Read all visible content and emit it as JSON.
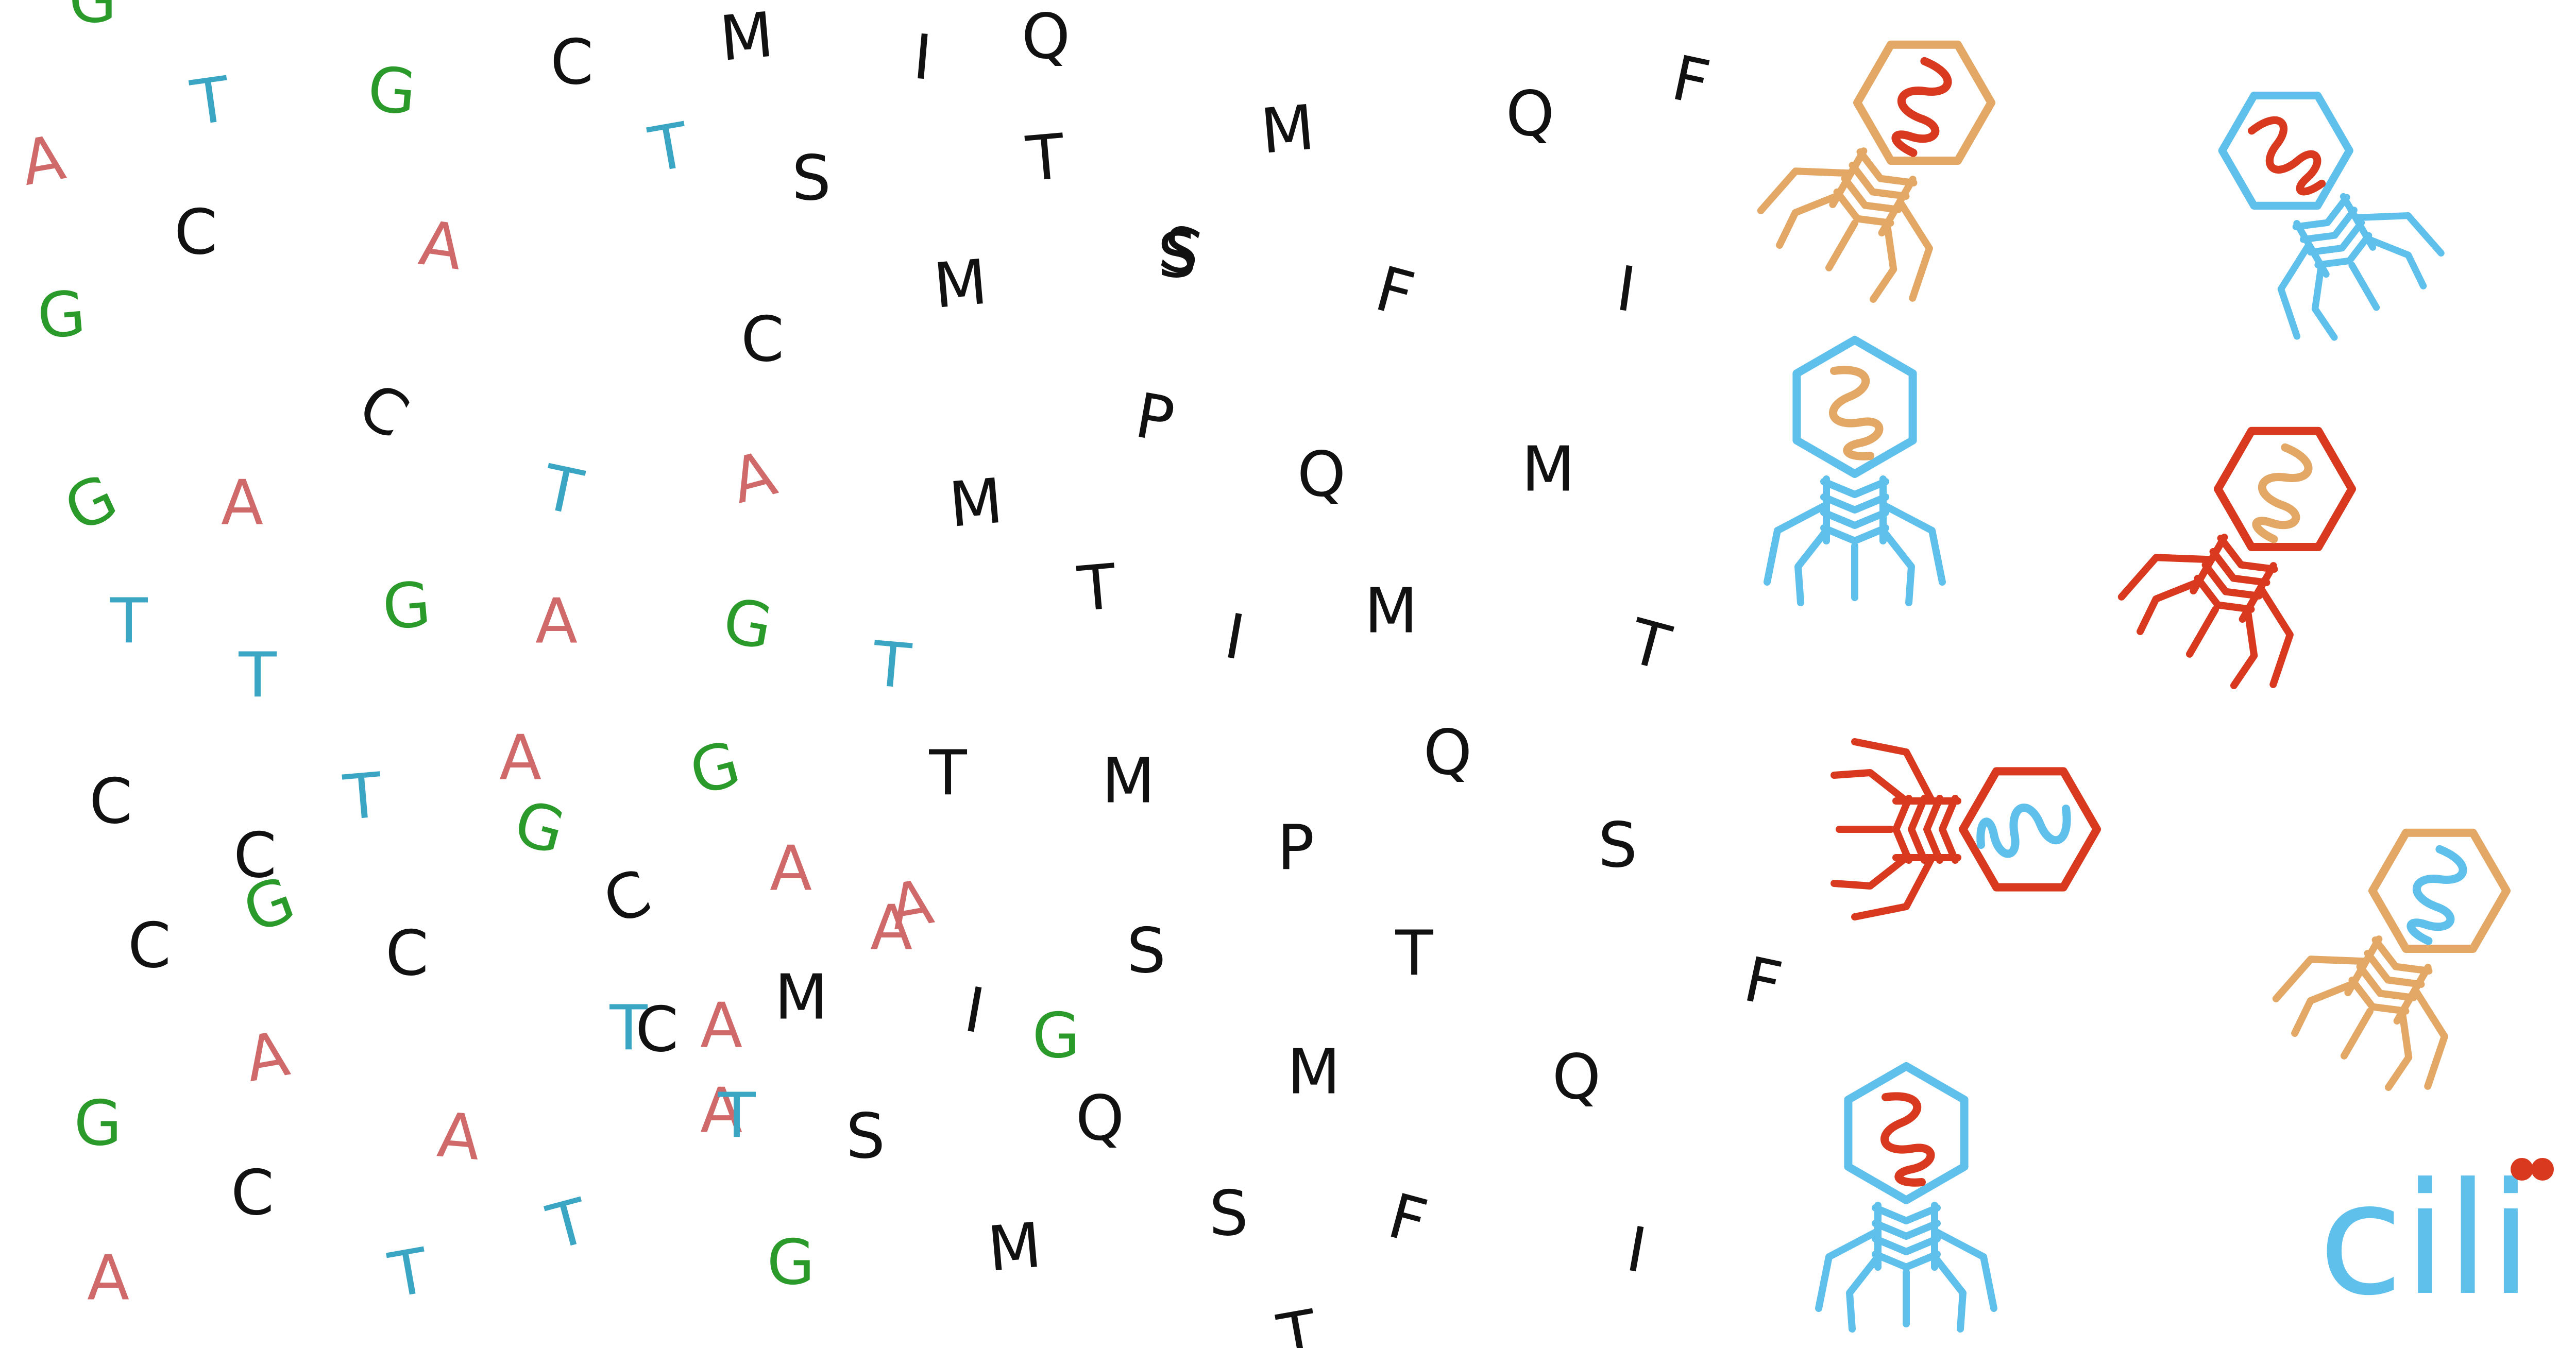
{
  "palette": {
    "dna_A": "#d06a6a",
    "dna_T": "#3aa6c4",
    "dna_G": "#2a9a2a",
    "dna_C": "#111111",
    "protein": "#111111",
    "phage_orange": "#e3a866",
    "phage_blue": "#5fc0ec",
    "phage_red": "#d93a1f",
    "logo": "#5fc0ec",
    "logo_dot": "#d93a1f"
  },
  "dna_letters": [
    "G",
    "T",
    "G",
    "C",
    "A",
    "C",
    "A",
    "T",
    "G",
    "C",
    "G",
    "A",
    "T",
    "C",
    "A",
    "T",
    "G",
    "A",
    "T",
    "G",
    "C",
    "G",
    "T",
    "A",
    "C",
    "T",
    "G",
    "A",
    "C",
    "A",
    "C",
    "G",
    "C",
    "T",
    "A",
    "A",
    "A",
    "T",
    "G",
    "C",
    "T",
    "A",
    "G",
    "A",
    "C",
    "T",
    "G",
    "A"
  ],
  "protein_letters": [
    "M",
    "I",
    "S",
    "T",
    "S",
    "Q",
    "M",
    "Q",
    "F",
    "M",
    "S",
    "F",
    "I",
    "P",
    "M",
    "Q",
    "M",
    "T",
    "I",
    "M",
    "T",
    "T",
    "M",
    "Q",
    "P",
    "S",
    "S",
    "T",
    "F",
    "M",
    "I",
    "S",
    "Q",
    "M",
    "Q",
    "S",
    "M",
    "F",
    "I",
    "T"
  ],
  "phages": [
    {
      "capsid": "phage_orange",
      "genome": "phage_red"
    },
    {
      "capsid": "phage_blue",
      "genome": "phage_red"
    },
    {
      "capsid": "phage_blue",
      "genome": "phage_orange"
    },
    {
      "capsid": "phage_red",
      "genome": "phage_orange"
    },
    {
      "capsid": "phage_red",
      "genome": "phage_blue"
    },
    {
      "capsid": "phage_orange",
      "genome": "phage_blue"
    },
    {
      "capsid": "phage_blue",
      "genome": "phage_red"
    }
  ],
  "logo": {
    "text": "cili",
    "dot_color": "logo_dot"
  }
}
